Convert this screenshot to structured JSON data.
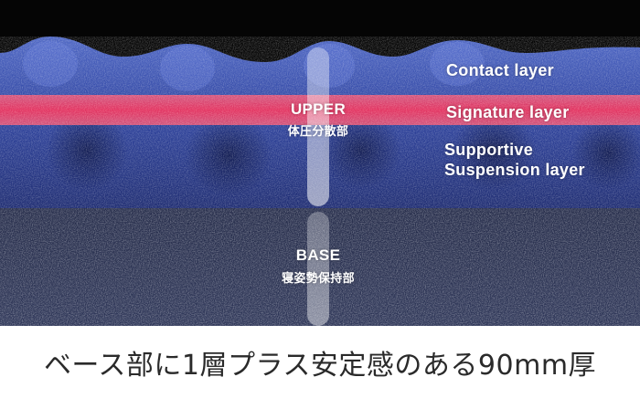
{
  "layers": {
    "contact": "Contact layer",
    "signature": "Signature layer",
    "supportive_line1": "Supportive",
    "supportive_line2": "Suspension layer"
  },
  "zones": {
    "upper_title": "UPPER",
    "upper_sub": "体圧分散部",
    "base_title": "BASE",
    "base_sub": "寝姿勢保持部"
  },
  "caption": "ベース部に1層プラス安定感のある90mm厚",
  "colors": {
    "background_top": "#050505",
    "foam_blue": "#2b3c8a",
    "signature_band": "#ff3b5c",
    "base_foam": "#2a3050",
    "caption_text": "#2a2a2a"
  }
}
